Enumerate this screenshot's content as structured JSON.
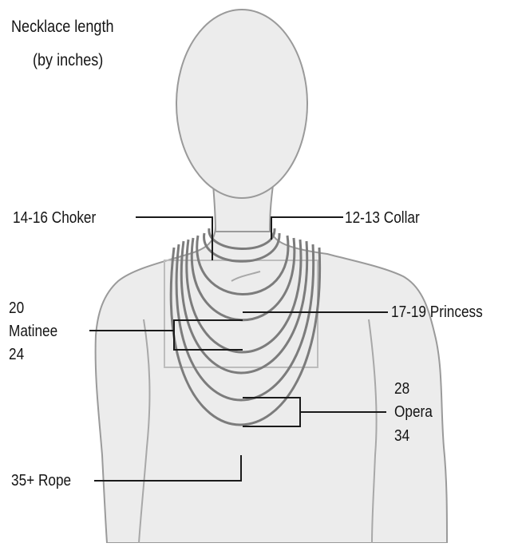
{
  "title": {
    "line1": "Necklace length",
    "line2": "(by inches)"
  },
  "labels": {
    "choker": "14-16 Choker",
    "collar": "12-13 Collar",
    "princess": "17-19 Princess",
    "matinee_top": "20",
    "matinee": "Matinee",
    "matinee_bottom": "24",
    "opera_top": "28",
    "opera": "Opera",
    "opera_bottom": "34",
    "rope": "35+ Rope"
  },
  "colors": {
    "silhouette_fill": "#ececec",
    "silhouette_stroke": "#9a9a9a",
    "necklace": "#7c7c7c",
    "leader_line": "#1a1a1a",
    "text": "#141414"
  }
}
